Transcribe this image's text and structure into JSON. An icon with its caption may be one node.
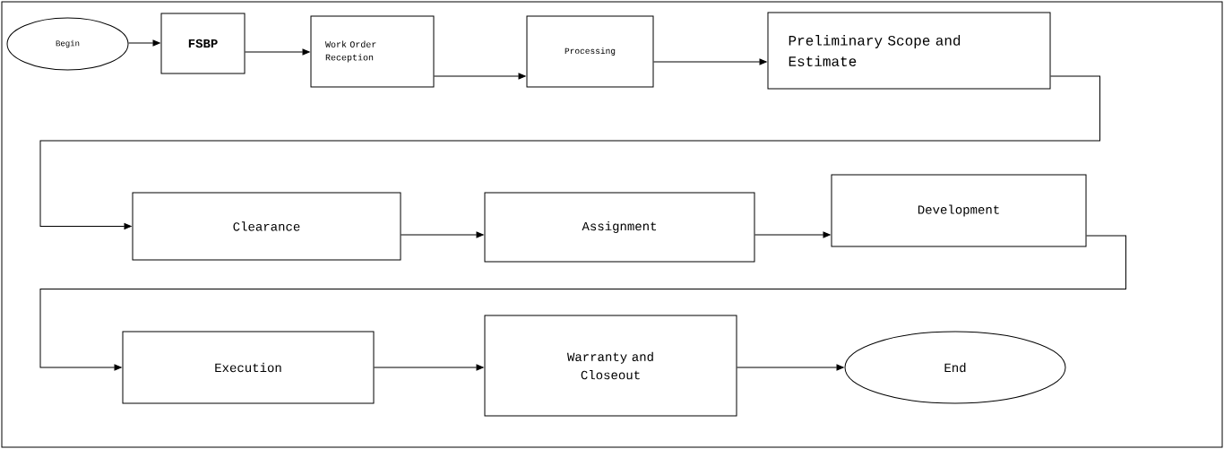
{
  "diagram": {
    "nodes": [
      {
        "text": [
          "Begin"
        ]
      },
      {
        "text": [
          "FSBP"
        ]
      },
      {
        "text": [
          "Work Order Reception"
        ]
      },
      {
        "text": [
          "Processing"
        ]
      },
      {
        "text": [
          "Preliminary Scope and Estimate"
        ]
      },
      {
        "text": [
          "Clearance"
        ]
      },
      {
        "text": [
          "Assignment"
        ]
      },
      {
        "text": [
          "Development"
        ]
      },
      {
        "text": [
          "Execution"
        ]
      },
      {
        "text": [
          "Warranty and Closeout"
        ]
      },
      {
        "text": [
          "End"
        ]
      }
    ],
    "edges": [
      {
        "from": 0,
        "to": 1,
        "arrow": "to"
      },
      {
        "from": 1,
        "to": 2,
        "arrow": "to"
      },
      {
        "from": 2,
        "to": 3,
        "arrow": "to"
      },
      {
        "from": 3,
        "to": 4,
        "arrow": "to"
      },
      {
        "from": 4,
        "to": 5,
        "arrow": "to"
      },
      {
        "from": 5,
        "to": 6,
        "arrow": "to"
      },
      {
        "from": 6,
        "to": 7,
        "arrow": "to"
      },
      {
        "from": 7,
        "to": 8,
        "arrow": "to"
      },
      {
        "from": 8,
        "to": 9,
        "arrow": "to"
      },
      {
        "from": 9,
        "to": 10,
        "arrow": "to"
      }
    ]
  }
}
